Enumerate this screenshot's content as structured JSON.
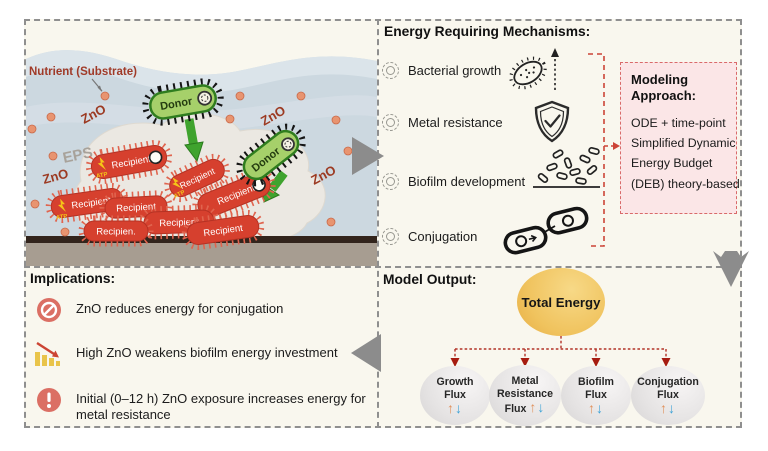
{
  "illustration": {
    "nutrient_label": "Nutrient (Substrate)",
    "zno_label": "ZnO",
    "eps_label": "EPS",
    "donor_label": "Donor",
    "recipient_label": "Recipient",
    "recipient_label_truncated": "Recipien.",
    "atp_label": "ATP"
  },
  "mechanisms": {
    "title": "Energy Requiring Mechanisms:",
    "items": [
      {
        "label": "Bacterial growth",
        "icon": "bacteria-arrow-up-icon"
      },
      {
        "label": "Metal resistance",
        "icon": "shield-check-icon"
      },
      {
        "label": "Biofilm development",
        "icon": "biofilm-rods-icon"
      },
      {
        "label": "Conjugation",
        "icon": "chain-links-icon"
      }
    ]
  },
  "modeling": {
    "title": "Modeling Approach:",
    "lines": [
      "ODE + time-point",
      "Simplified Dynamic",
      "Energy Budget",
      "(DEB) theory-based"
    ]
  },
  "implications": {
    "title": "Implications:",
    "items": [
      {
        "icon": "no-entry-icon",
        "text": "ZnO reduces energy for conjugation"
      },
      {
        "icon": "declining-bars-icon",
        "text": "High ZnO weakens biofilm energy investment"
      },
      {
        "icon": "exclamation-icon",
        "text": "Initial (0–12 h) ZnO exposure increases energy for metal resistance"
      }
    ]
  },
  "output": {
    "title": "Model Output:",
    "total_label": "Total Energy",
    "flux_labels": [
      "Growth Flux",
      "Metal Resistance Flux",
      "Biofilm Flux",
      "Conjugation Flux"
    ],
    "up_arrow": "↑",
    "down_arrow": "↓"
  },
  "colors": {
    "panel_bg": "#f9f7ee",
    "dashed_border_gray": "#8f8f8f",
    "dark_red_text": "#9e3a24",
    "pink_box_bg": "#fbe6e7",
    "pink_box_border": "#d96a6a",
    "bracket_red": "#cc4437",
    "donor_green": "#a6d06a",
    "recipient_red": "#d6402e",
    "atp_yellow": "#f5c518",
    "nutrient_orange": "#e89470",
    "energy_yellow": "#f0c35e",
    "flux_gray": "#e5e3e3",
    "arrow_up_orange": "#e0915c",
    "arrow_down_blue": "#3fa3d6",
    "flow_arrow_gray": "#8c8c8c",
    "floor_brown": "#32241c",
    "floor_taupe": "#a79d91"
  }
}
